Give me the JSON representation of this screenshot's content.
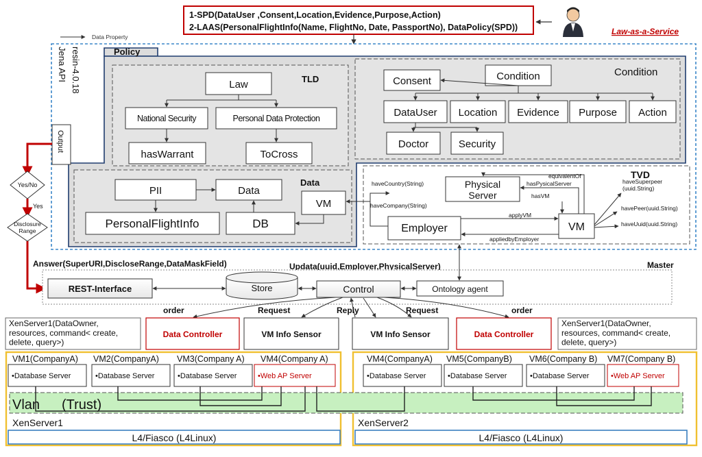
{
  "header": {
    "spd_line": "1-SPD(DataUser ,Consent,Location,Evidence,Purpose,Action)",
    "laas_line": "2-LAAS(PersonalFlightInfo(Name, FlightNo, Date, PassportNo), DataPolicy(SPD))",
    "law_as_a_service": "Law-as-a-Service",
    "data_property_legend": "Data Property",
    "resin_version": "resin-4.0.18",
    "jena_api": "Jena API"
  },
  "policy": {
    "title": "Policy",
    "tld": {
      "label": "TLD",
      "law": "Law",
      "national_security": "National Security",
      "personal_data_protection": "Personal Data Protection",
      "has_warrant": "hasWarrant",
      "to_cross": "ToCross"
    },
    "condition": {
      "label": "Condition",
      "root": "Condition",
      "consent": "Consent",
      "data_user": "DataUser",
      "location": "Location",
      "evidence": "Evidence",
      "purpose": "Purpose",
      "action": "Action",
      "doctor": "Doctor",
      "security": "Security"
    },
    "data": {
      "label": "Data",
      "pii": "PII",
      "data": "Data",
      "vm": "VM",
      "personal_flight_info": "PersonalFlightInfo",
      "db": "DB"
    },
    "tvd": {
      "label": "TVD",
      "physical_server": "Physical\nServer",
      "employer": "Employer",
      "vm": "VM",
      "equivalent_of": "equivalentOf",
      "has_pysical_server": "hasPysicalServer",
      "has_vm": "hasVM",
      "apply_vm": "applyVM",
      "applied_by_employer": "appliedbyEmployer",
      "have_country": "haveCountry(String)",
      "have_company": "haveCompany(String)",
      "have_superpeer": "haveSuperpeer\n(uuid.String)",
      "have_peer": "havePeer(uuid.String)",
      "have_uuid": "haveUuid(uuid.String)"
    }
  },
  "decision": {
    "output": "Output",
    "yes_no": "Yes/No",
    "yes": "Yes",
    "disclosure_range": "Disclosure\nRange"
  },
  "master": {
    "label": "Master",
    "answer": "Answer(SuperURI,DiscloseRange,DataMaskField)",
    "updata": "Updata(uuid,Employer,PhysicalServer)",
    "rest_interface": "REST-Interface",
    "store": "Store",
    "control": "Control",
    "ontology_agent": "Ontology agent",
    "order_left": "order",
    "request_left": "Request",
    "reply": "Reply",
    "request_right": "Request",
    "order_right": "order"
  },
  "servers": {
    "xen1_info": "XenServer1(DataOwner,\nresources, command< create,\ndelete, query>)",
    "xen2_info": "XenServer1(DataOwner,\nresources, command< create,\ndelete, query>)",
    "data_controller_left": "Data Controller",
    "vm_info_sensor_left": "VM Info Sensor",
    "vm_info_sensor_right": "VM Info Sensor",
    "data_controller_right": "Data Controller",
    "left_vms": [
      {
        "title": "VM1(CompanyA)",
        "service": "•Database Server"
      },
      {
        "title": "VM2(CompanyA)",
        "service": "•Database Server"
      },
      {
        "title": "VM3(Company A)",
        "service": "•Database Server"
      },
      {
        "title": "VM4(Company A)",
        "service": "•Web AP Server"
      }
    ],
    "right_vms": [
      {
        "title": "VM4(CompanyA)",
        "service": "•Database Server"
      },
      {
        "title": "VM5(CompanyB)",
        "service": "•Database Server"
      },
      {
        "title": "VM6(Company B)",
        "service": "•Database Server"
      },
      {
        "title": "VM7(Company B)",
        "service": "•Web AP Server"
      }
    ],
    "vlan": "Vlan",
    "trust": "(Trust)",
    "xenserver1": "XenServer1",
    "xenserver2": "XenServer2",
    "l4_left": "L4/Fiasco (L4Linux)",
    "l4_right": "L4/Fiasco (L4Linux)"
  },
  "colors": {
    "red": "#c00000",
    "blue_dashed": "#3a86c8",
    "vlan_green": "#c7f0c0",
    "server_orange": "#f0c030",
    "platform_blue": "#3a7fc0"
  }
}
